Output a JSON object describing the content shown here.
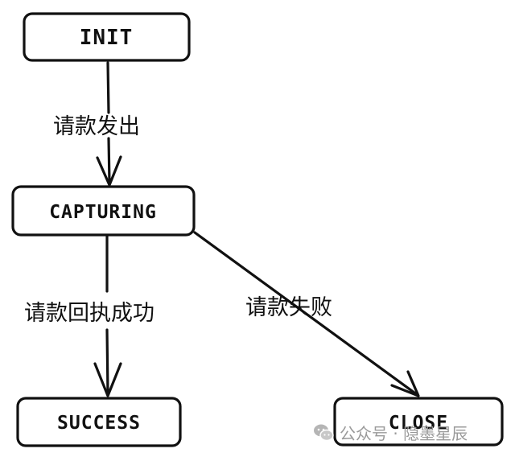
{
  "states": {
    "init": "INIT",
    "capturing": "CAPTURING",
    "success": "SUCCESS",
    "close": "CLOSE"
  },
  "transitions": {
    "init_to_capturing": "请款发出",
    "capturing_to_success": "请款回执成功",
    "capturing_to_close": "请款失败"
  },
  "watermark": {
    "text": "公众号 · 隐墨星辰",
    "icon": "wechat-icon"
  }
}
